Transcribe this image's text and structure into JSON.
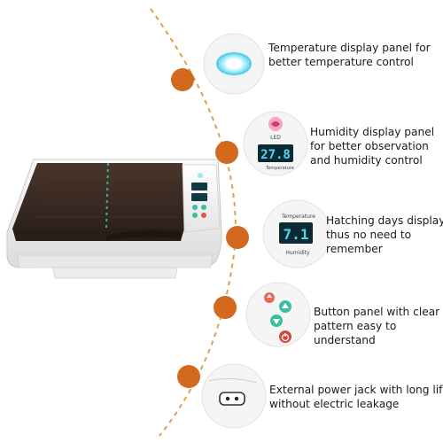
{
  "features": [
    {
      "lines": [
        "Temperature display panel for",
        "better temperature control"
      ]
    },
    {
      "lines": [
        "Humidity display panel",
        "for better observation",
        "and humidity control"
      ]
    },
    {
      "lines": [
        "Hatching days display",
        "thus no need to",
        "remember"
      ]
    },
    {
      "lines": [
        "Button panel with clear",
        "pattern easy to",
        "understand"
      ]
    },
    {
      "lines": [
        "External power jack with long life,",
        "without electric leakage"
      ]
    }
  ],
  "panels": {
    "humidity": {
      "mode_label": "LED",
      "display_value": "27.8",
      "caption": "Temperature"
    },
    "days": {
      "top_label": "Temperature",
      "display_value": "7.1",
      "caption": "Humidity"
    }
  },
  "colors": {
    "accent_dot": "#d2691e",
    "arc_dashes": "#d9a24a",
    "lid": "#3b2a22",
    "body": "#f2f2f2",
    "lcd": "#4fd8f0",
    "button": "#3bbfa0"
  },
  "icons": [
    "led-ring-icon",
    "udder-logo-icon",
    "up-arrow-icon",
    "down-arrow-icon",
    "power-icon",
    "dc-power-jack-icon"
  ]
}
